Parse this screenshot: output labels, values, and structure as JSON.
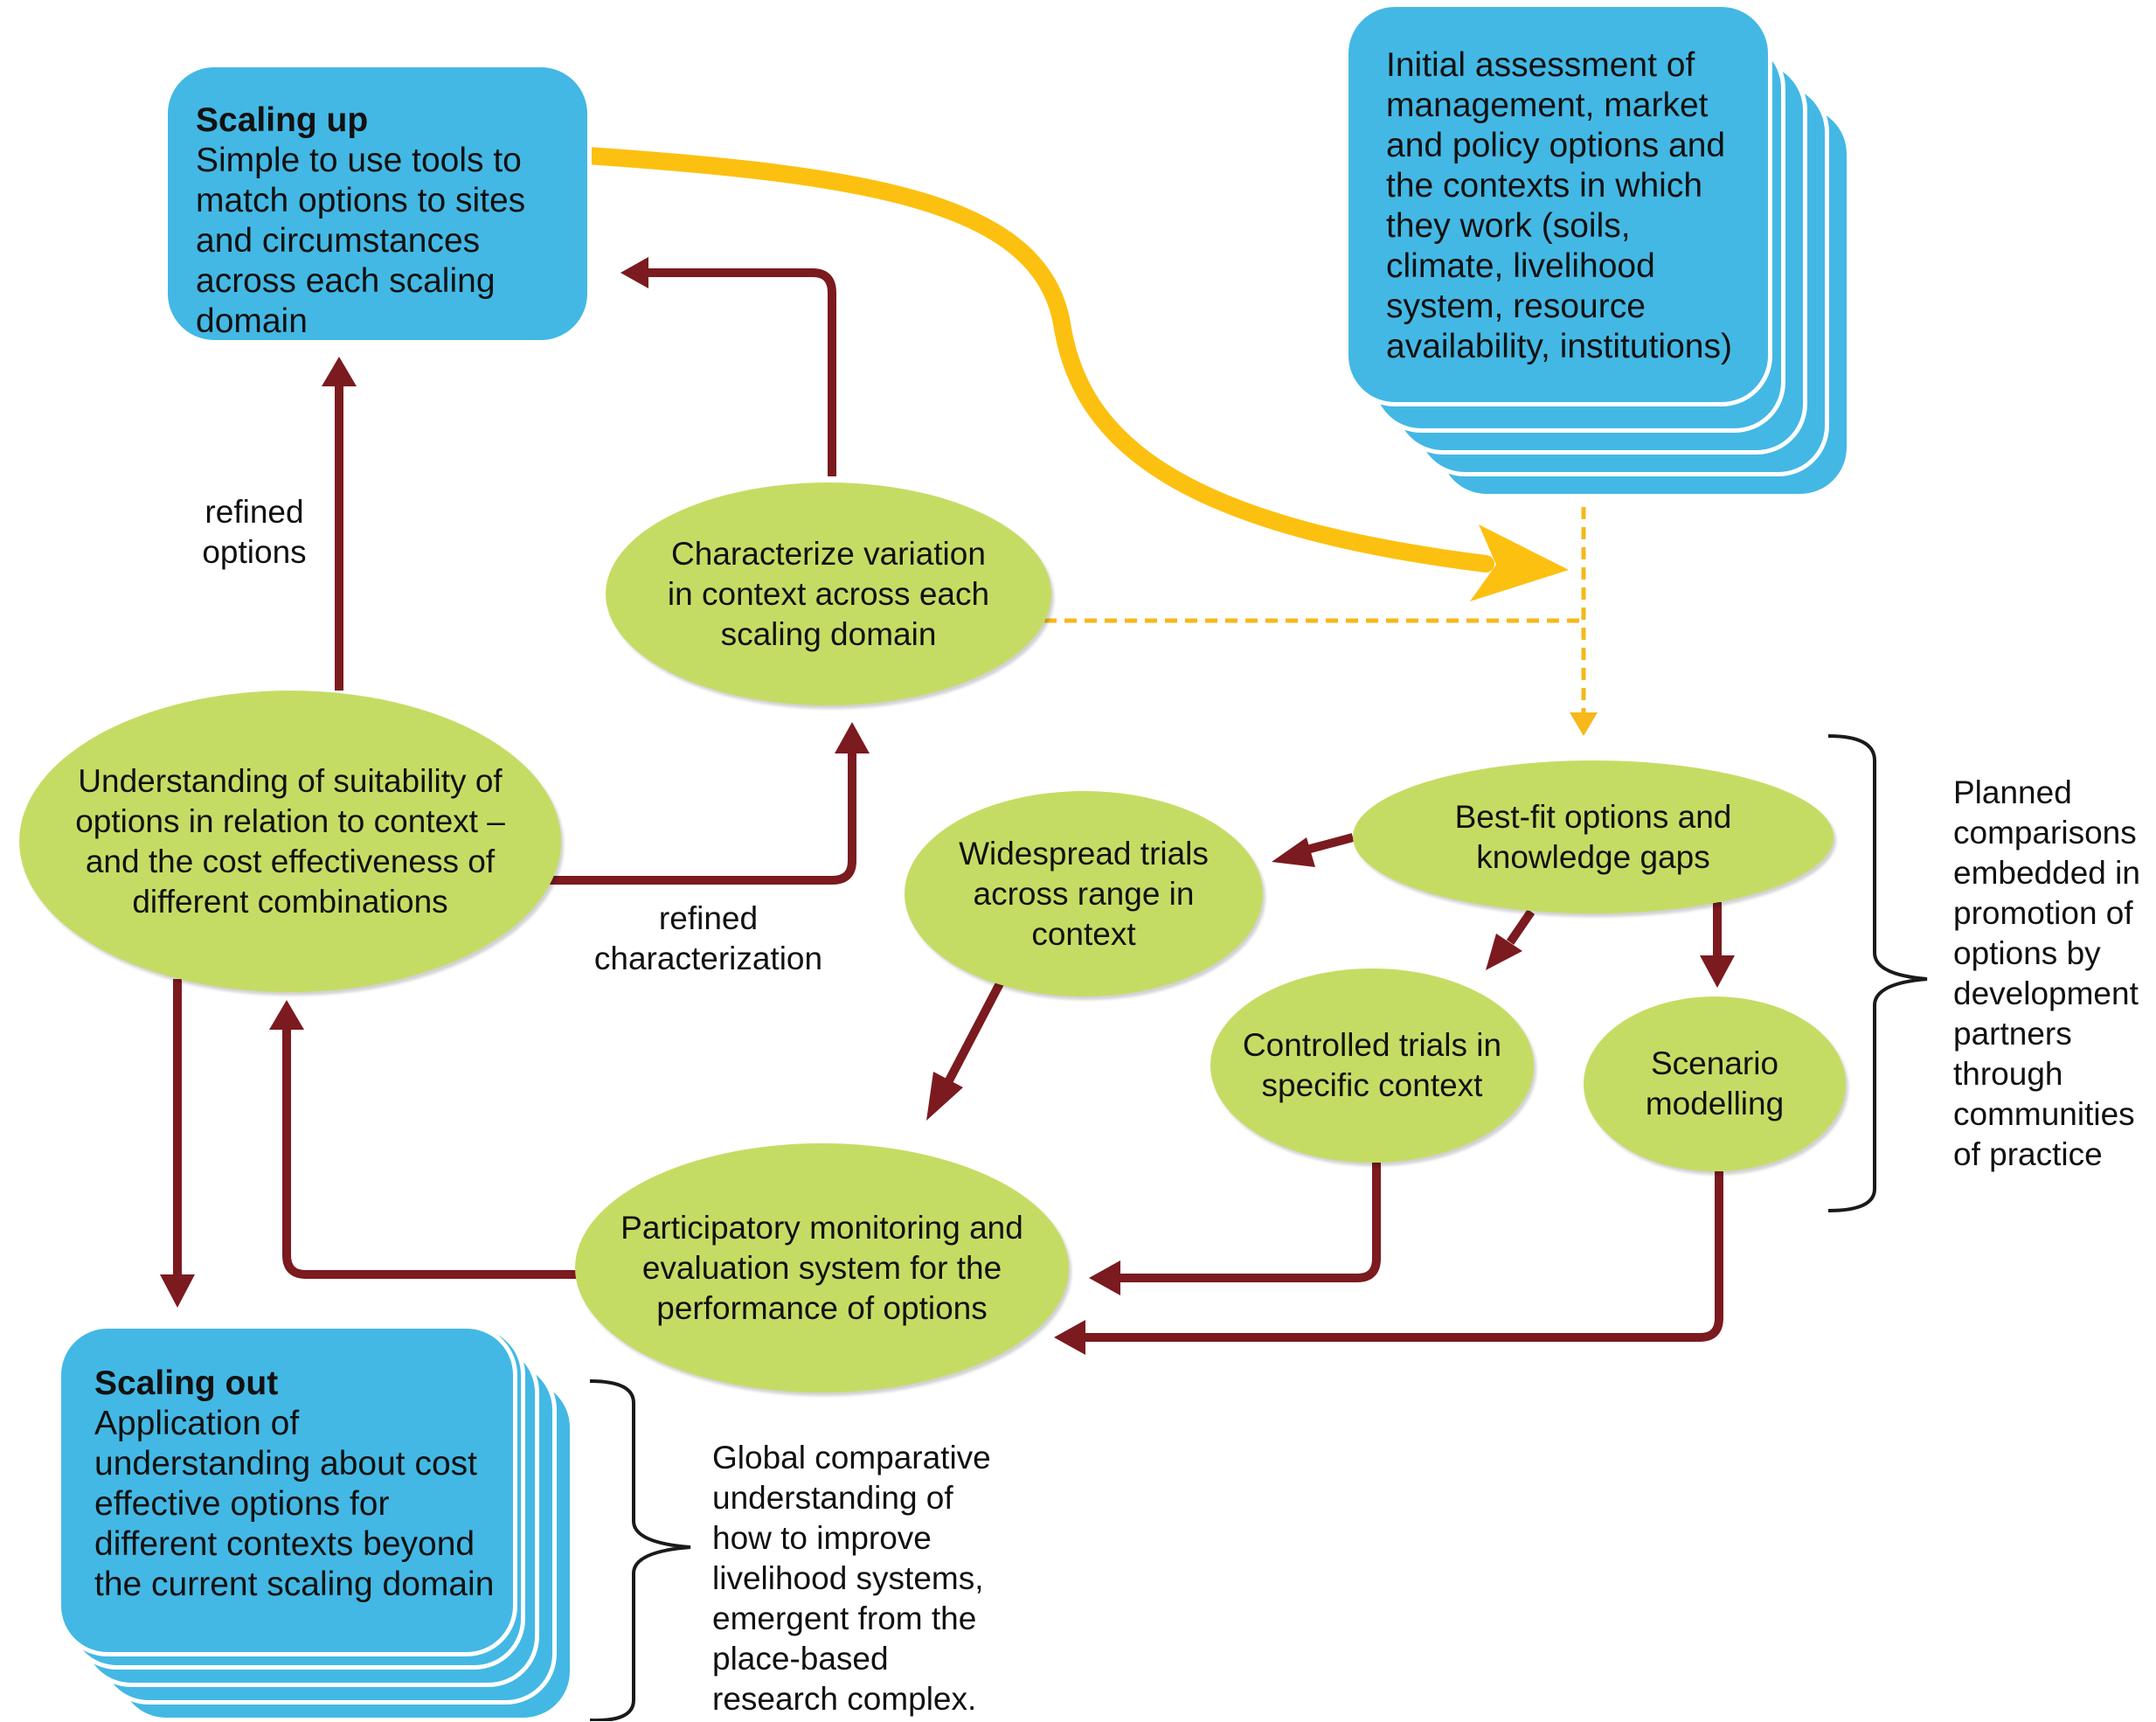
{
  "colors": {
    "box_fill": "#43b8e4",
    "ellipse_fill": "#c5dc64",
    "arrow_dark": "#7b1a1f",
    "arrow_yellow": "#fcc010",
    "dashed_yellow": "#f6b81b",
    "bracket": "#1a1a1a"
  },
  "boxes": {
    "scaling_up": {
      "title": "Scaling up",
      "text": "Simple to use tools to match options to sites and circumstances across each scaling domain"
    },
    "initial_assessment": {
      "text": "Initial assessment of management, market and policy options and the contexts in which they work (soils, climate, livelihood system, resource availability, institutions)"
    },
    "scaling_out": {
      "title": "Scaling out",
      "text": "Application of understanding about cost effective options for different contexts beyond the current scaling domain"
    }
  },
  "nodes": {
    "characterize": "Characterize variation in context across each scaling domain",
    "understanding": "Understanding of suitability of options in relation to context – and the cost effectiveness of different combinations",
    "best_fit": "Best-fit options and knowledge gaps",
    "widespread": "Widespread trials across range in context",
    "controlled": "Controlled trials in specific context",
    "scenario": "Scenario modelling",
    "participatory": "Participatory monitoring and evaluation system for the performance of options"
  },
  "labels": {
    "refined_options": "refined options",
    "refined_characterization": "refined characterization",
    "planned_comparisons": "Planned comparisons embedded in promotion of options by development partners through communities of practice",
    "global_comparative": "Global comparative understanding of how to improve livelihood systems, emergent from the place-based research complex."
  }
}
